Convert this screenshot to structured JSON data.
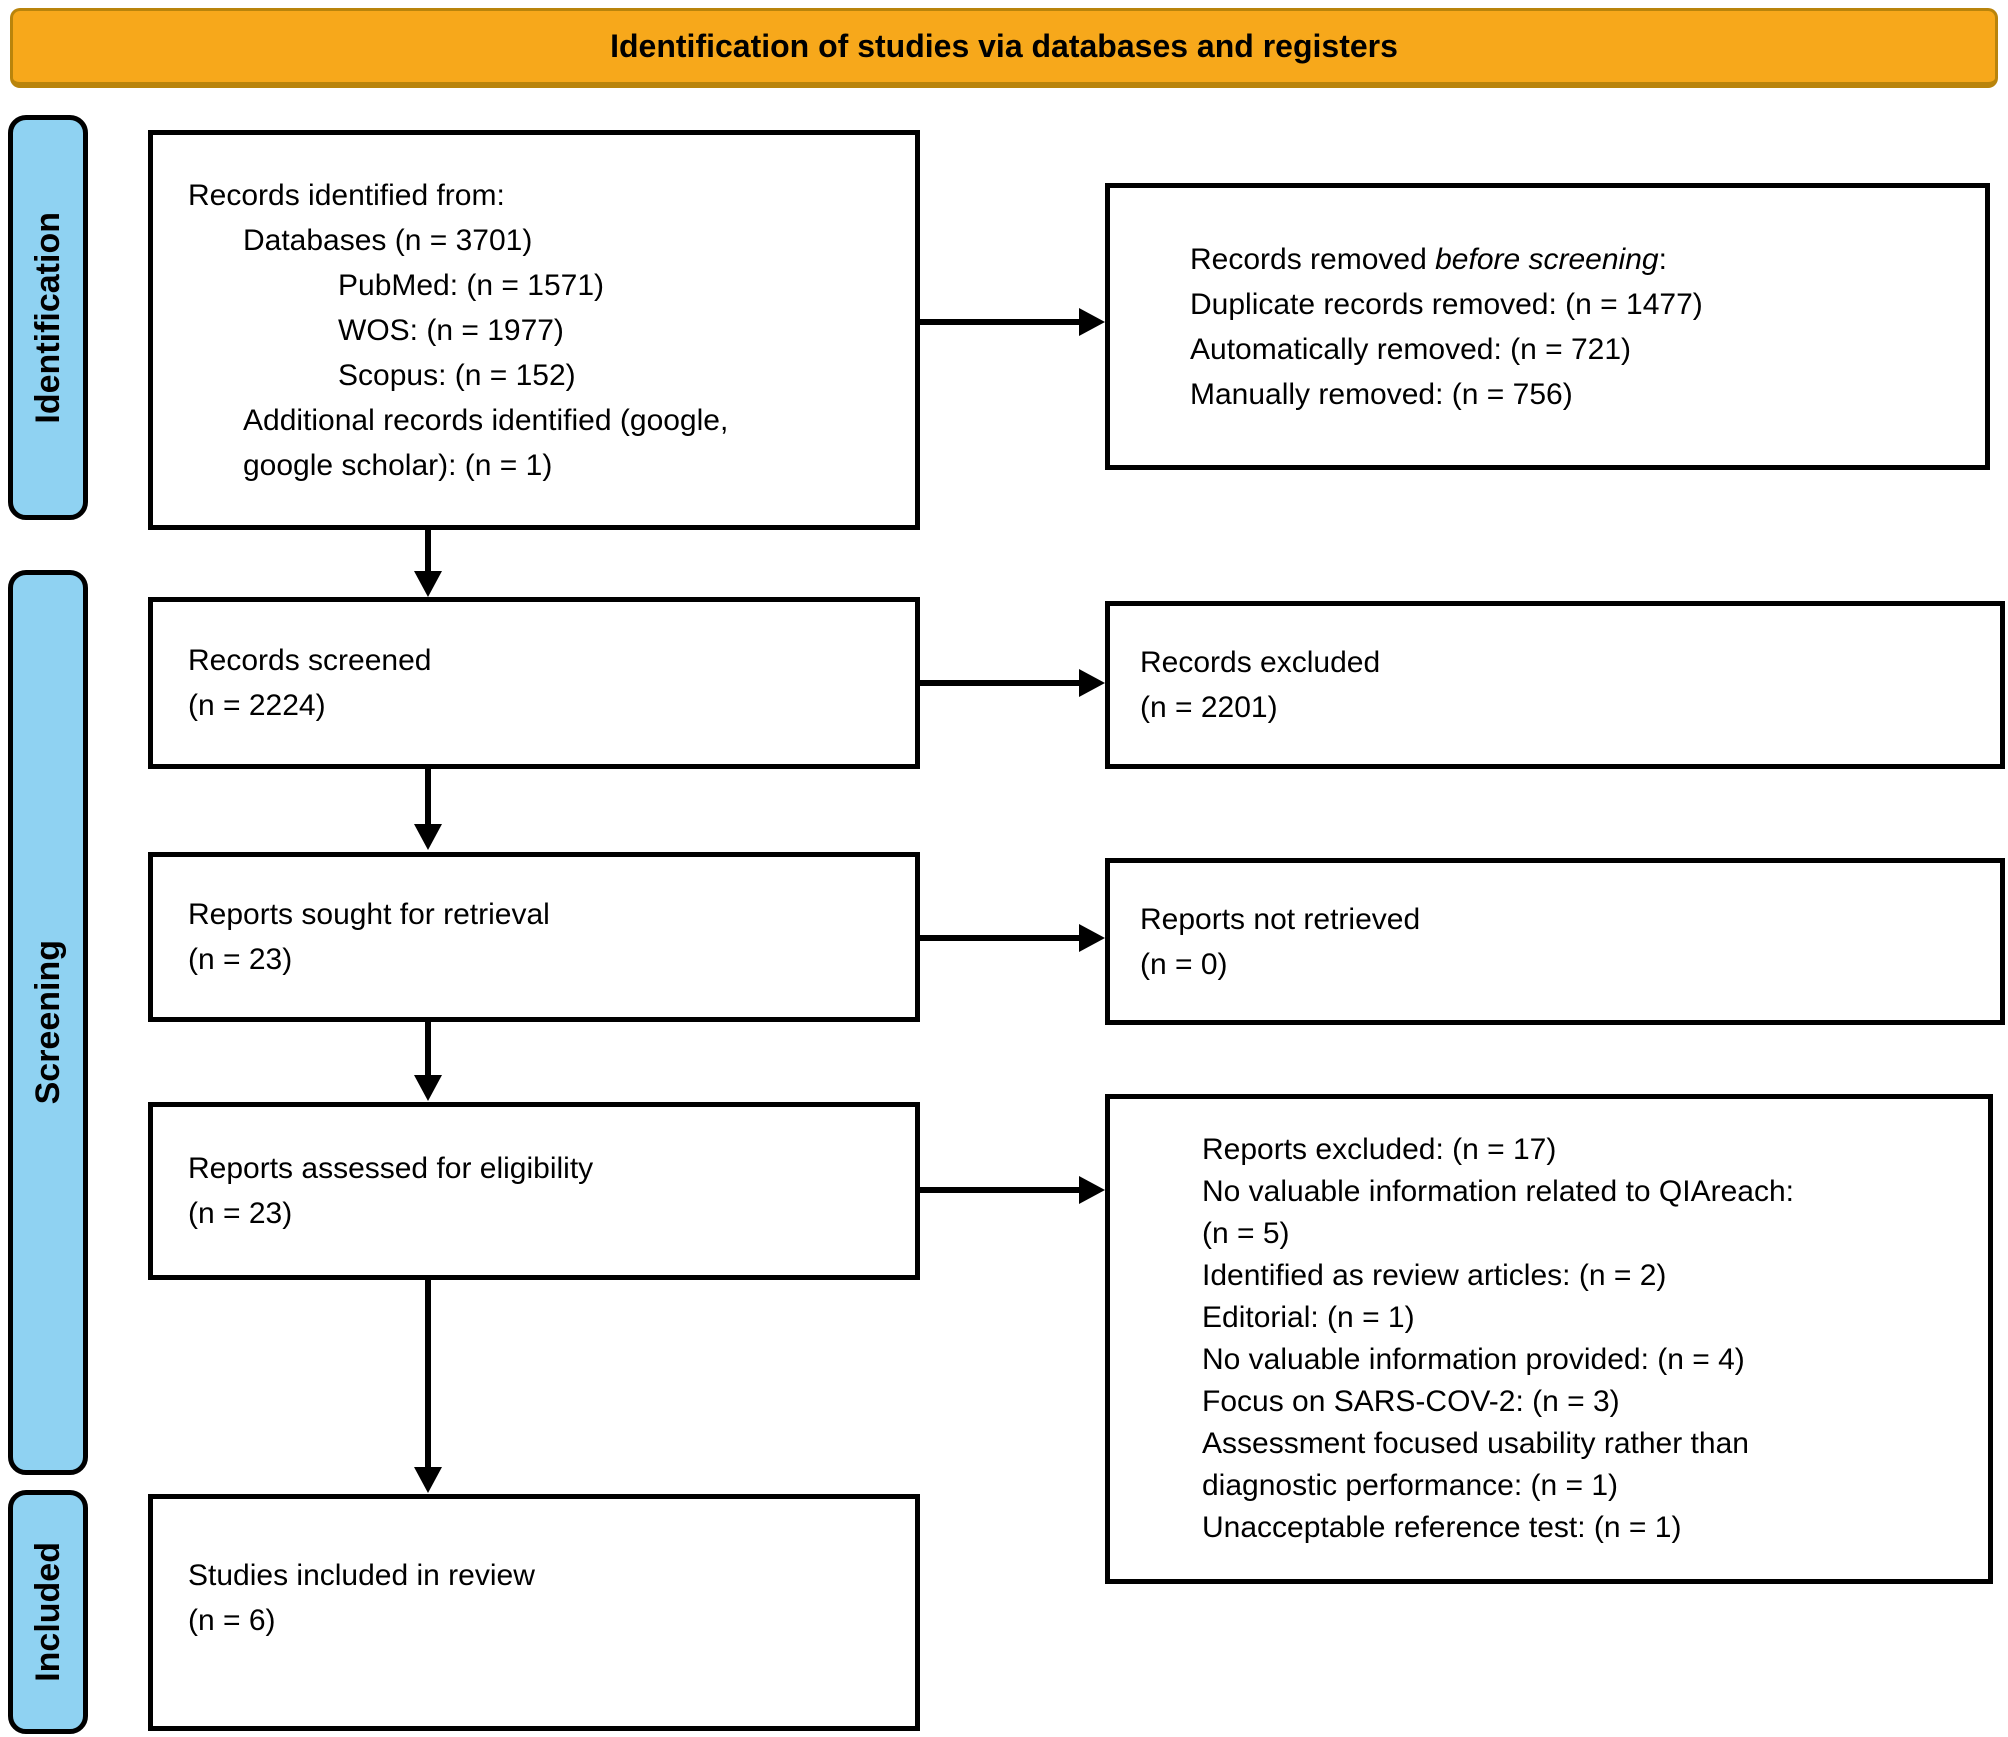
{
  "header": {
    "title": "Identification of studies via databases and registers"
  },
  "rails": {
    "identification": "Identification",
    "screening": "Screening",
    "included": "Included"
  },
  "boxes": {
    "records_identified": {
      "lines": [
        "Records identified from:",
        "Databases (n = 3701)",
        "PubMed: (n = 1571)",
        "WOS: (n = 1977)",
        "Scopus: (n = 152)",
        "Additional records identified (google,",
        "google scholar): (n = 1)"
      ]
    },
    "records_removed": {
      "line1_prefix": "Records removed ",
      "line1_italic": "before screening",
      "line1_suffix": ":",
      "lines": [
        "Duplicate records removed: (n = 1477)",
        "Automatically removed: (n = 721)",
        "Manually removed: (n = 756)"
      ]
    },
    "records_screened": {
      "lines": [
        "Records screened",
        "(n = 2224)"
      ]
    },
    "records_excluded": {
      "lines": [
        "Records excluded",
        "(n = 2201)"
      ]
    },
    "reports_sought": {
      "lines": [
        "Reports sought for retrieval",
        "(n = 23)"
      ]
    },
    "reports_not_retrieved": {
      "lines": [
        "Reports not retrieved",
        "(n = 0)"
      ]
    },
    "reports_assessed": {
      "lines": [
        "Reports assessed for eligibility",
        "(n = 23)"
      ]
    },
    "reports_excluded": {
      "lines": [
        "Reports excluded: (n = 17)",
        "No valuable information related to QIAreach:",
        "(n = 5)",
        "Identified as review articles: (n = 2)",
        "Editorial: (n = 1)",
        "No valuable information provided: (n = 4)",
        "Focus on SARS-COV-2: (n = 3)",
        "Assessment focused usability rather than",
        "diagnostic performance: (n = 1)",
        "Unacceptable reference test: (n = 1)"
      ]
    },
    "studies_included": {
      "lines": [
        "Studies included in review",
        "(n = 6)"
      ]
    }
  },
  "colors": {
    "banner_fill": "#F7A81B",
    "banner_border": "#B9840C",
    "rail_fill": "#8FD2F2",
    "box_background": "#FFFFFF",
    "line_color": "#000000"
  }
}
